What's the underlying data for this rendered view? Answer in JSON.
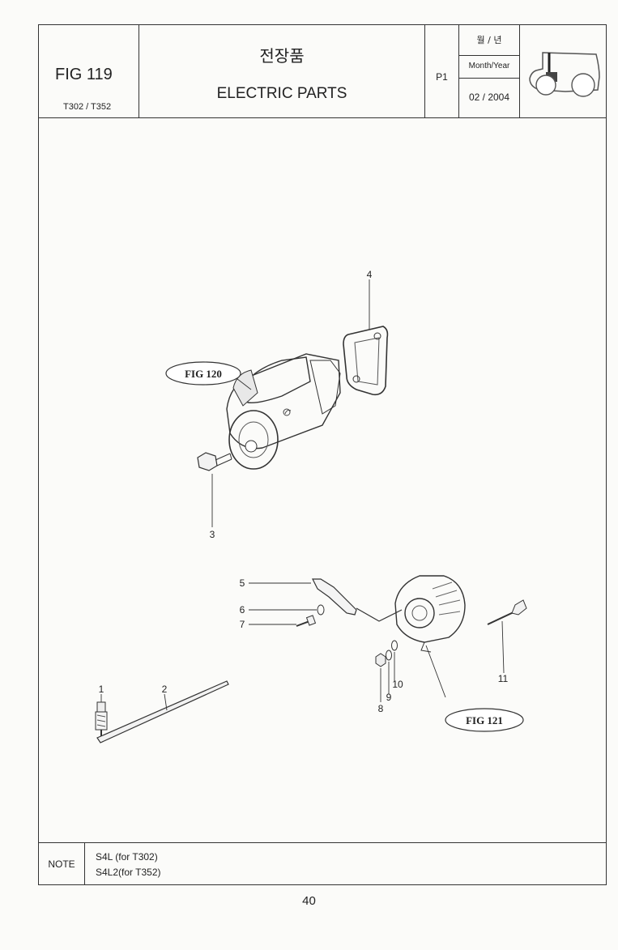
{
  "header": {
    "fig_number": "FIG 119",
    "models": "T302 / T352",
    "title_korean": "전장품",
    "title_english": "ELECTRIC PARTS",
    "page_id": "P1",
    "date_label_korean": "월 / 년",
    "date_label_english": "Month/Year",
    "date_value": "02 / 2004",
    "thumbnail_icon": "tractor-icon"
  },
  "diagram": {
    "fig_refs": [
      "FIG 120",
      "FIG 121"
    ],
    "callouts": [
      "1",
      "2",
      "3",
      "4",
      "5",
      "6",
      "7",
      "8",
      "9",
      "10",
      "11"
    ]
  },
  "note": {
    "label": "NOTE",
    "lines": [
      "S4L  (for T302)",
      "S4L2(for T352)"
    ]
  },
  "page_number": "40"
}
